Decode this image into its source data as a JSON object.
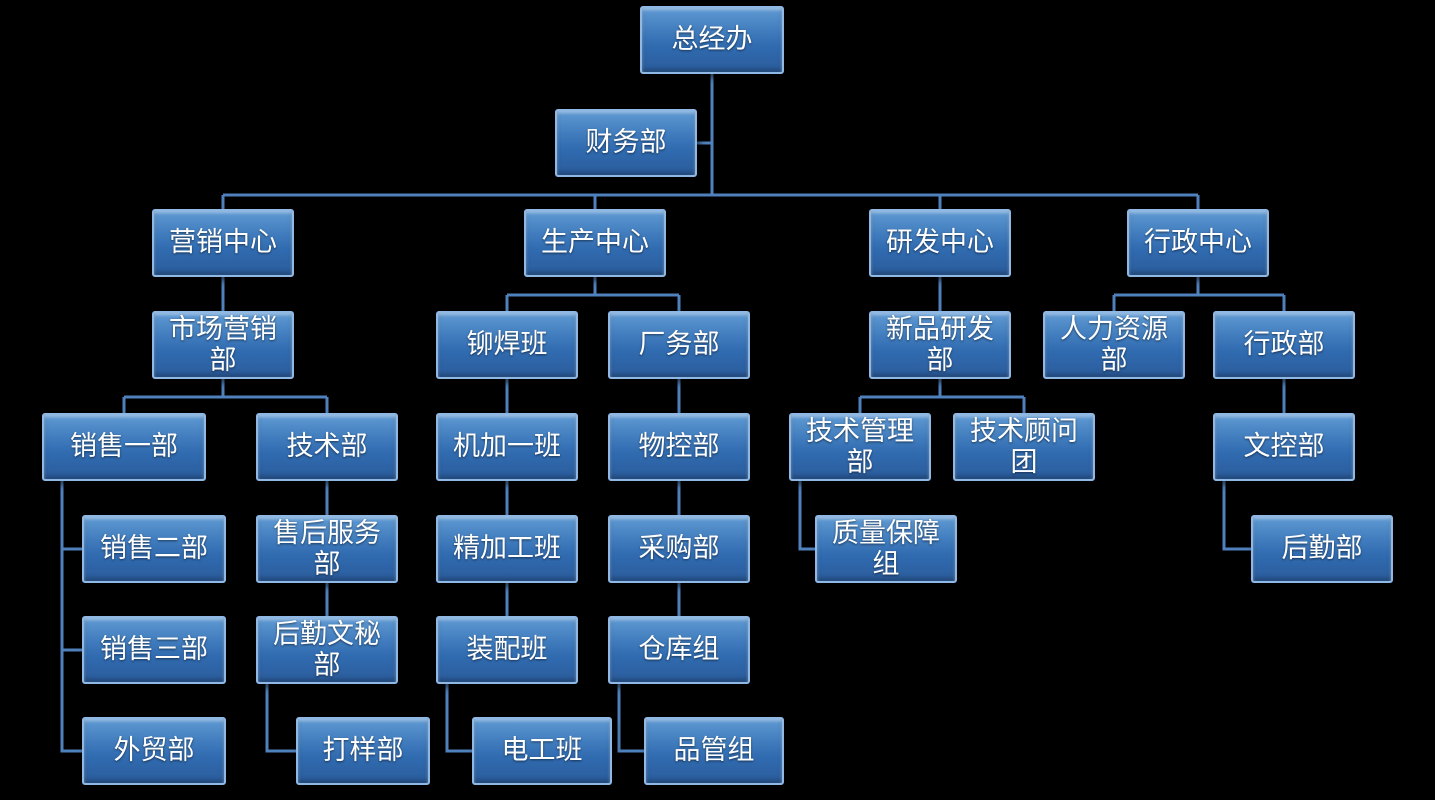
{
  "diagram": {
    "type": "org-chart"
  },
  "style": {
    "background": "#000000",
    "node_fill_top": "#5f9ad3",
    "node_fill_bottom": "#2b5c9c",
    "node_border": "#8fb8e4",
    "connector_color": "#4f81bd",
    "text_color": "#ffffff"
  },
  "nodes": [
    {
      "id": "general-manager-office",
      "label": "总经办",
      "parent": null
    },
    {
      "id": "finance-dept",
      "label": "财务部",
      "parent": "general-manager-office"
    },
    {
      "id": "marketing-center",
      "label": "营销中心",
      "parent": "general-manager-office"
    },
    {
      "id": "production-center",
      "label": "生产中心",
      "parent": "general-manager-office"
    },
    {
      "id": "rnd-center",
      "label": "研发中心",
      "parent": "general-manager-office"
    },
    {
      "id": "admin-center",
      "label": "行政中心",
      "parent": "general-manager-office"
    },
    {
      "id": "market-marketing-dept",
      "label": "市场营销\n部",
      "parent": "marketing-center"
    },
    {
      "id": "sales-dept-1",
      "label": "销售一部",
      "parent": "market-marketing-dept"
    },
    {
      "id": "technical-dept",
      "label": "技术部",
      "parent": "market-marketing-dept"
    },
    {
      "id": "sales-dept-2",
      "label": "销售二部",
      "parent": "sales-dept-1"
    },
    {
      "id": "sales-dept-3",
      "label": "销售三部",
      "parent": "sales-dept-1"
    },
    {
      "id": "foreign-trade-dept",
      "label": "外贸部",
      "parent": "sales-dept-1"
    },
    {
      "id": "after-sales-service-dept",
      "label": "售后服务\n部",
      "parent": "technical-dept"
    },
    {
      "id": "logistics-secretary-dept",
      "label": "后勤文秘\n部",
      "parent": "after-sales-service-dept"
    },
    {
      "id": "sample-dept",
      "label": "打样部",
      "parent": "logistics-secretary-dept"
    },
    {
      "id": "riveting-welding-team",
      "label": "铆焊班",
      "parent": "production-center"
    },
    {
      "id": "factory-affairs-dept",
      "label": "厂务部",
      "parent": "production-center"
    },
    {
      "id": "machining-team-1",
      "label": "机加一班",
      "parent": "riveting-welding-team"
    },
    {
      "id": "finishing-team",
      "label": "精加工班",
      "parent": "machining-team-1"
    },
    {
      "id": "assembly-team",
      "label": "装配班",
      "parent": "finishing-team"
    },
    {
      "id": "electrician-team",
      "label": "电工班",
      "parent": "assembly-team"
    },
    {
      "id": "material-control-dept",
      "label": "物控部",
      "parent": "factory-affairs-dept"
    },
    {
      "id": "purchasing-dept",
      "label": "采购部",
      "parent": "material-control-dept"
    },
    {
      "id": "warehouse-group",
      "label": "仓库组",
      "parent": "purchasing-dept"
    },
    {
      "id": "quality-control-group",
      "label": "品管组",
      "parent": "warehouse-group"
    },
    {
      "id": "new-product-rnd-dept",
      "label": "新品研发\n部",
      "parent": "rnd-center"
    },
    {
      "id": "tech-management-dept",
      "label": "技术管理\n部",
      "parent": "new-product-rnd-dept"
    },
    {
      "id": "tech-advisory-group",
      "label": "技术顾问\n团",
      "parent": "new-product-rnd-dept"
    },
    {
      "id": "quality-assurance-group",
      "label": "质量保障\n组",
      "parent": "tech-management-dept"
    },
    {
      "id": "hr-dept",
      "label": "人力资源\n部",
      "parent": "admin-center"
    },
    {
      "id": "administration-dept",
      "label": "行政部",
      "parent": "admin-center"
    },
    {
      "id": "document-control-dept",
      "label": "文控部",
      "parent": "administration-dept"
    },
    {
      "id": "logistics-dept",
      "label": "后勤部",
      "parent": "document-control-dept"
    }
  ]
}
